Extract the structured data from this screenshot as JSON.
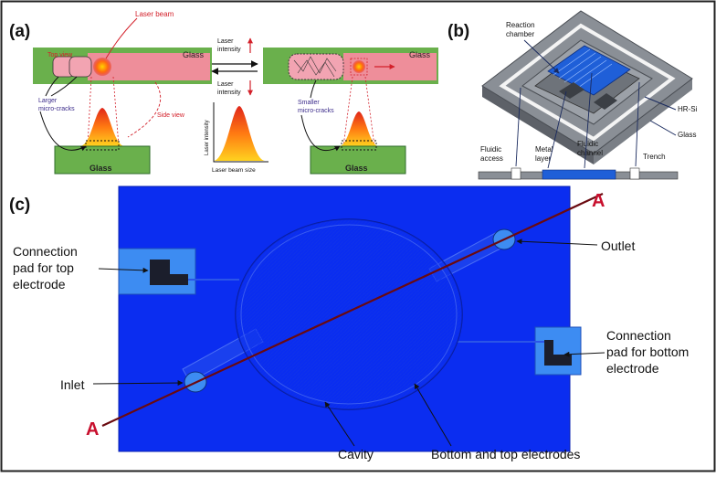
{
  "panels": {
    "a": {
      "tag": "(a)",
      "labels": {
        "laser_beam": "Laser beam",
        "glass_top_left": "Glass",
        "top_view": "Top view",
        "larger_micro_cracks_1": "Larger",
        "larger_micro_cracks_2": "micro-cracks",
        "side_view": "Side view",
        "glass_bottom_left": "Glass",
        "laser_intensity_up_1": "Laser",
        "laser_intensity_up_2": "intensity",
        "laser_intensity_down_1": "Laser",
        "laser_intensity_down_2": "intensity",
        "axis_y": "Laser intensity",
        "axis_x": "Laser beam size",
        "glass_top_right": "Glass",
        "smaller_micro_cracks_1": "Smaller",
        "smaller_micro_cracks_2": "micro-cracks",
        "glass_bottom_right": "Glass"
      }
    },
    "b": {
      "tag": "(b)",
      "labels": {
        "reaction_chamber_1": "Reaction",
        "reaction_chamber_2": "chamber",
        "hr_si": "HR-Si",
        "glass": "Glass",
        "fluidic_access_1": "Fluidic",
        "fluidic_access_2": "access",
        "metal_layer_1": "Metal",
        "metal_layer_2": "layer",
        "fluidic_channel_1": "Fluidic",
        "fluidic_channel_2": "channel",
        "trench": "Trench"
      }
    },
    "c": {
      "tag": "(c)",
      "labels": {
        "section_a_top": "A",
        "section_a_bottom": "A",
        "pad_top_1": "Connection",
        "pad_top_2": "pad for top",
        "pad_top_3": "electrode",
        "outlet": "Outlet",
        "pad_bottom_1": "Connection",
        "pad_bottom_2": "pad for bottom",
        "pad_bottom_3": "electrode",
        "inlet": "Inlet",
        "cavity": "Cavity",
        "electrodes": "Bottom and top electrodes"
      }
    }
  },
  "colors": {
    "glass_green": "#6ab04c",
    "laser_pink": "#ee8e9a",
    "chip_blue": "#0b2df0",
    "pad_light_blue": "#3d8cf2",
    "section_red": "#c8102e",
    "silicon_gray": "#8a8f96"
  }
}
